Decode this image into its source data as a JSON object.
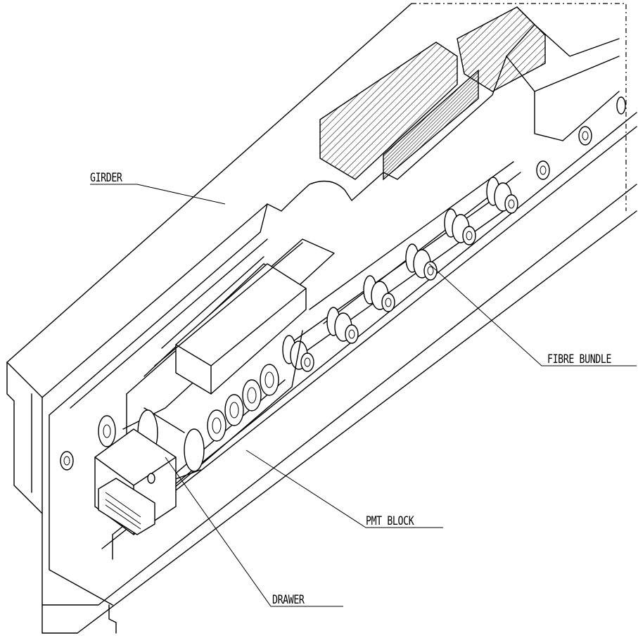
{
  "labels": {
    "girder": "GIRDER",
    "fibre_bundle": "FIBRE BUNDLE",
    "pmt_block": "PMT BLOCK",
    "drawer": "DRAWER"
  },
  "colors": {
    "line": "#000000",
    "background": "#ffffff"
  }
}
